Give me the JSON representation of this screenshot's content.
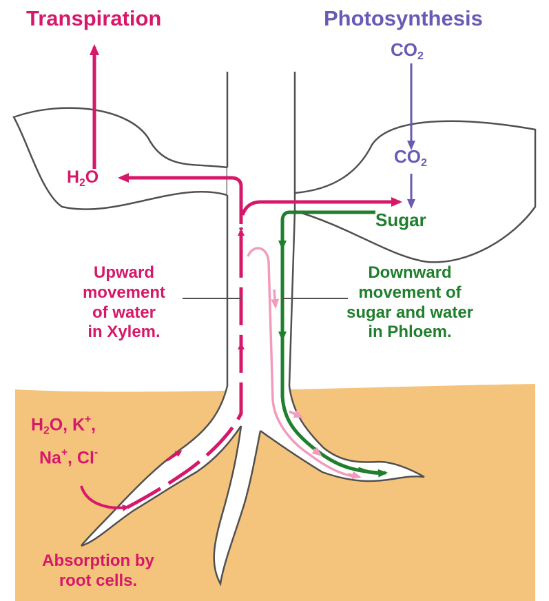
{
  "colors": {
    "magenta": "#d6186a",
    "purple": "#6a5ab4",
    "green": "#1f7f2c",
    "pink": "#f29bbd",
    "soil": "#f5c47c",
    "outline": "#505050"
  },
  "labels": {
    "transpiration": "Transpiration",
    "photosynthesis": "Photosynthesis",
    "co2_top": {
      "base": "CO",
      "sub": "2"
    },
    "co2_leaf": {
      "base": "CO",
      "sub": "2"
    },
    "h2o_leaf": {
      "pre": "H",
      "sub": "2",
      "post": "O"
    },
    "sugar": "Sugar",
    "upward": [
      "Upward",
      "movement",
      "of water",
      "in Xylem."
    ],
    "downward": [
      "Downward",
      "movement of",
      "sugar and water",
      "in Phloem."
    ],
    "ions": {
      "h": "H",
      "h_sub": "2",
      "o_k": "O, K",
      "k_sup": "+",
      "comma": ",",
      "na": "Na",
      "na_sup": "+",
      "cl": ", Cl",
      "cl_sup": "-"
    },
    "absorption": [
      "Absorption by",
      "root cells."
    ]
  }
}
